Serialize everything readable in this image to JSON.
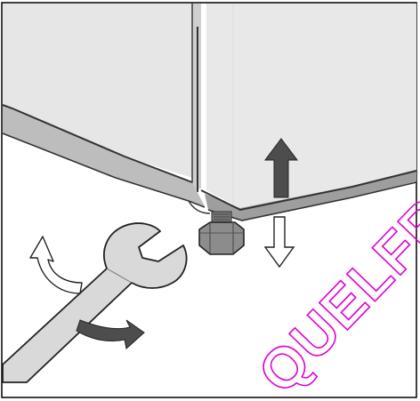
{
  "figure": {
    "kind": "installation-illustration",
    "description_parts": [
      "appliance-corner",
      "adjustable-foot",
      "wrench"
    ],
    "arrows": {
      "raise": "up-filled",
      "lower": "down-outline",
      "rotate_counterclockwise": "outline-curved",
      "rotate_clockwise": "filled-curved"
    },
    "colors": {
      "frame": "#000000",
      "panel_light": "#e6e6e6",
      "panel_mid": "#d4d4d4",
      "base_dark": "#8a8a8a",
      "edge_line": "#333333",
      "arrow_fill": "#4d4d4d",
      "watermark": "#e000d0"
    }
  },
  "watermark": {
    "text": "QUELFRT"
  }
}
